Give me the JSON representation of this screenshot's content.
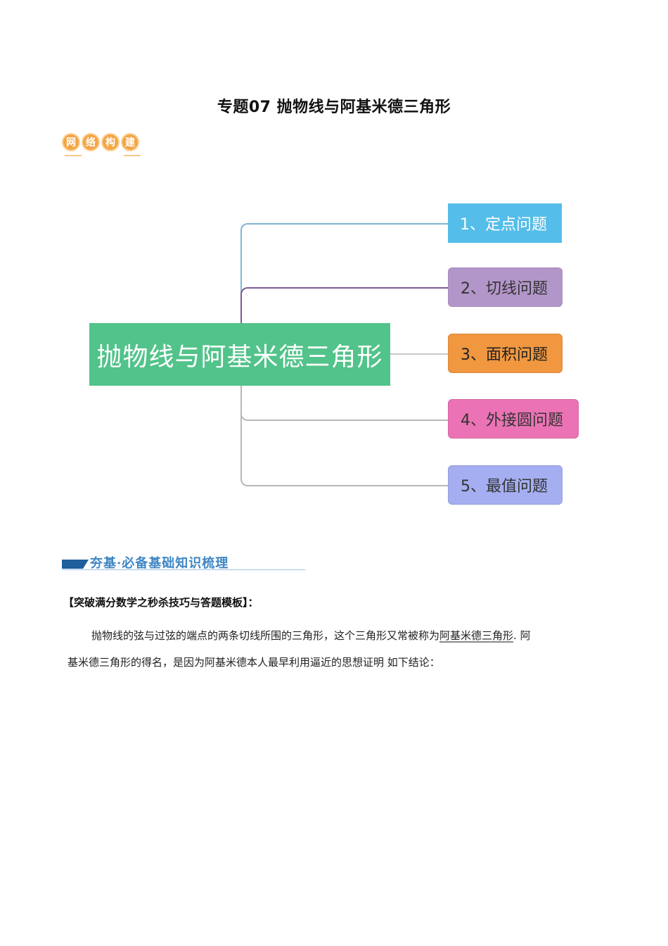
{
  "document": {
    "title": "专题07  抛物线与阿基米德三角形"
  },
  "badge": {
    "chars": [
      "网",
      "络",
      "构",
      "建"
    ],
    "color": "#f3a545"
  },
  "mindmap": {
    "central": {
      "label": "抛物线与阿基米德三角形",
      "color": "#52c38a"
    },
    "branches": [
      {
        "label": "1、定点问题",
        "color": "#55bdea",
        "text_color": "#ffffff",
        "line_color": "#7fb6d2"
      },
      {
        "label": "2、切线问题",
        "color": "#b396c9",
        "text_color": "#333333",
        "line_color": "#7d5a96"
      },
      {
        "label": "3、面积问题",
        "color": "#f0973f",
        "text_color": "#222222",
        "line_color": "#c0c0c0"
      },
      {
        "label": "4、外接圆问题",
        "color": "#eb73b5",
        "text_color": "#333333",
        "line_color": "#b8b8b8"
      },
      {
        "label": "5、最值问题",
        "color": "#a4aef0",
        "text_color": "#333333",
        "line_color": "#b8b8b8"
      }
    ]
  },
  "section": {
    "heading": "夯基·必备基础知识梳理",
    "accent_color": "#1e5f9c"
  },
  "content": {
    "bold_heading": "【突破满分数学之秒杀技巧与答题模板】：",
    "paragraph_line1_pre": "抛物线的弦与过弦的端点的两条切线所围的三角形，这个三角形又常被称为",
    "paragraph_line1_term": "阿基米德三角形",
    "paragraph_line1_post": ". 阿",
    "paragraph_line2": "基米德三角形的得名，是因为阿基米德本人最早利用逼近的思想证明  如下结论："
  }
}
